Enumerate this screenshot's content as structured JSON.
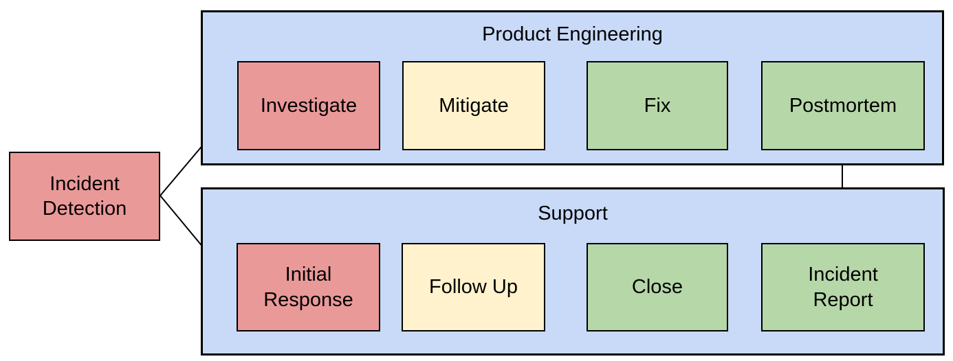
{
  "palette": {
    "lane_fill": "#C9DAF8",
    "red_fill": "#EA9999",
    "yellow_fill": "#FFF2CC",
    "green_fill": "#B6D7A8",
    "border": "#000000",
    "background": "#FFFFFF"
  },
  "start_node": {
    "id": "incident-detection",
    "label": "Incident\nDetection",
    "fill": "#EA9999"
  },
  "lanes": [
    {
      "id": "product-engineering",
      "title": "Product Engineering",
      "fill": "#C9DAF8",
      "nodes": [
        {
          "id": "investigate",
          "label": "Investigate",
          "fill": "#EA9999"
        },
        {
          "id": "mitigate",
          "label": "Mitigate",
          "fill": "#FFF2CC"
        },
        {
          "id": "fix",
          "label": "Fix",
          "fill": "#B6D7A8"
        },
        {
          "id": "postmortem",
          "label": "Postmortem",
          "fill": "#B6D7A8"
        }
      ]
    },
    {
      "id": "support",
      "title": "Support",
      "fill": "#C9DAF8",
      "nodes": [
        {
          "id": "initial-response",
          "label": "Initial\nResponse",
          "fill": "#EA9999"
        },
        {
          "id": "follow-up",
          "label": "Follow Up",
          "fill": "#FFF2CC"
        },
        {
          "id": "close",
          "label": "Close",
          "fill": "#B6D7A8"
        },
        {
          "id": "incident-report",
          "label": "Incident\nReport",
          "fill": "#B6D7A8"
        }
      ]
    }
  ],
  "edges": [
    {
      "from": "incident-detection",
      "to": "investigate"
    },
    {
      "from": "incident-detection",
      "to": "initial-response"
    },
    {
      "from": "investigate",
      "to": "mitigate"
    },
    {
      "from": "mitigate",
      "to": "fix"
    },
    {
      "from": "fix",
      "to": "postmortem"
    },
    {
      "from": "postmortem",
      "to": "incident-report"
    },
    {
      "from": "initial-response",
      "to": "follow-up"
    },
    {
      "from": "follow-up",
      "to": "close"
    },
    {
      "from": "close",
      "to": "incident-report"
    }
  ]
}
